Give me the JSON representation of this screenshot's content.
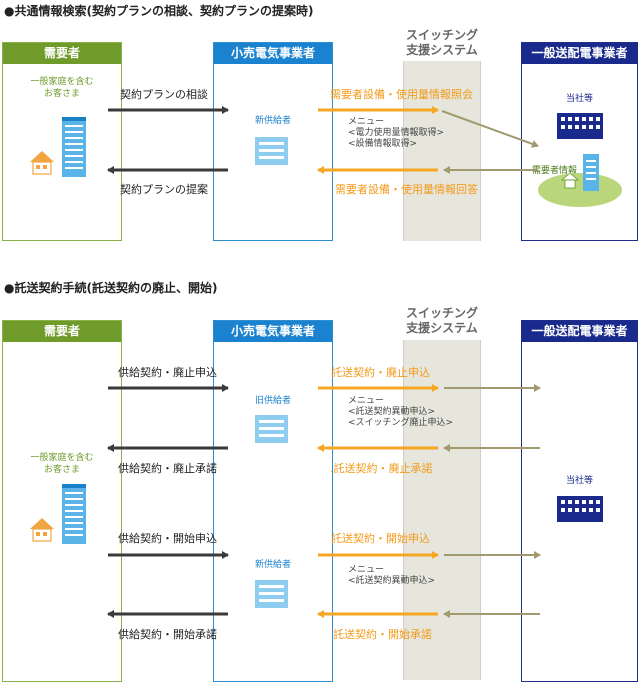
{
  "section1": {
    "title": "●共通情報検索(契約プランの相談、契約プランの提案時)",
    "col_consumer": "需要者",
    "col_retailer": "小売電気事業者",
    "switch_line1": "スイッチング",
    "switch_line2": "支援システム",
    "col_td": "一般送配電事業者",
    "consumer_line1": "一般家庭を含む",
    "consumer_line2": "お客さま",
    "retailer_label": "新供給者",
    "td_label": "当社等",
    "td_info_label": "需要者情報",
    "msg_consult": "契約プランの相談",
    "msg_propose": "契約プランの提案",
    "msg_inquiry": "需要者設備・使用量情報照会",
    "msg_reply": "需要者設備・使用量情報回答",
    "menu": "メニュー\n<電力使用量情報取得>\n<設備情報取得>"
  },
  "section2": {
    "title": "●託送契約手続(託送契約の廃止、開始)",
    "col_consumer": "需要者",
    "col_retailer": "小売電気事業者",
    "switch_line1": "スイッチング",
    "switch_line2": "支援システム",
    "col_td": "一般送配電事業者",
    "consumer_line1": "一般家庭を含む",
    "consumer_line2": "お客さま",
    "old_supplier": "旧供給者",
    "new_supplier": "新供給者",
    "td_label": "当社等",
    "msg_cancel_req": "供給契約・廃止申込",
    "msg_cancel_ack": "供給契約・廃止承諾",
    "msg_start_req": "供給契約・開始申込",
    "msg_start_ack": "供給契約・開始承諾",
    "takuso_cancel_req": "託送契約・廃止申込",
    "takuso_cancel_ack": ".託送契約・廃止承諾",
    "takuso_start_req": "託送契約・開始申込",
    "takuso_start_ack": "託送契約・開始承諾",
    "menu_cancel": "メニュー\n<託送契約異動申込>\n<スイッチング廃止申込>",
    "menu_start": "メニュー\n<託送契約異動申込>"
  }
}
